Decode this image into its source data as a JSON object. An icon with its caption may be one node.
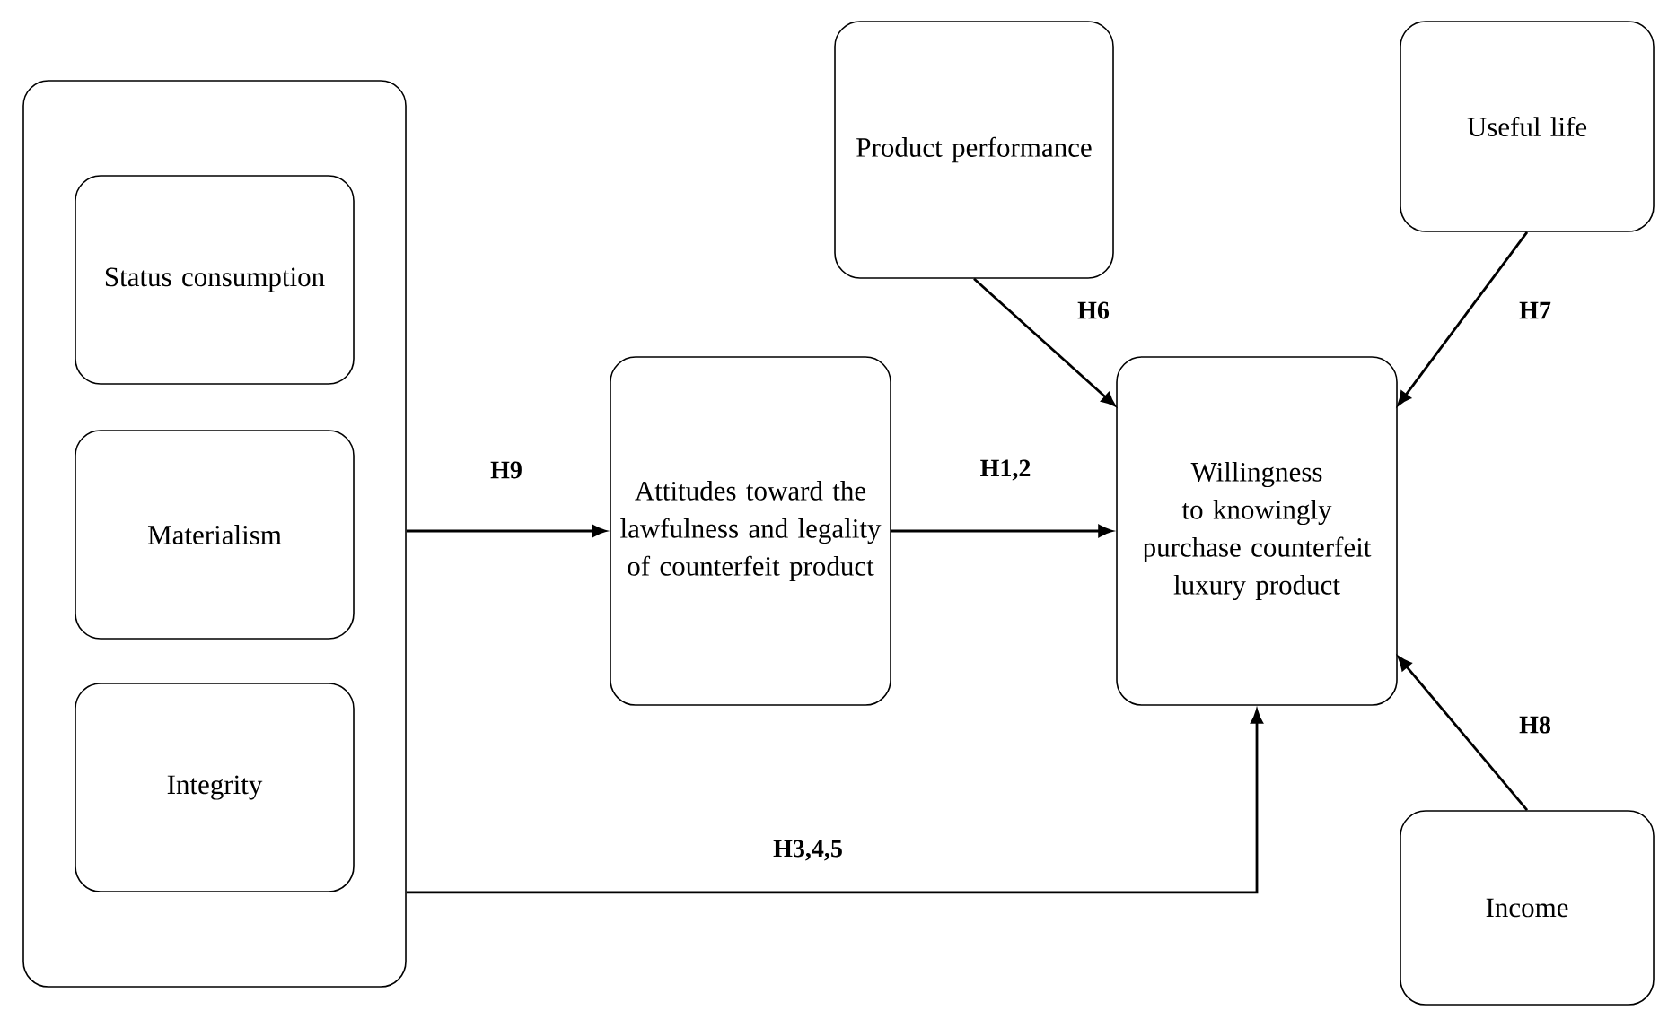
{
  "diagram": {
    "nodes": [
      {
        "text": [],
        "shape": "box"
      },
      {
        "text": [
          "Status consumption"
        ],
        "in": 0
      },
      {
        "text": [
          "Materialism"
        ],
        "in": 0
      },
      {
        "text": [
          "Integrity"
        ],
        "in": 0
      },
      {
        "text": [
          "Attitudes toward the lawfulness and legality of counterfeit product"
        ]
      },
      {
        "text": [
          "Product performance"
        ]
      },
      {
        "text": [
          "Useful life"
        ]
      },
      {
        "text": [
          "Willingness to knowingly purchase counterfeit luxury product"
        ]
      },
      {
        "text": [
          "Income"
        ]
      }
    ],
    "edges": [
      {
        "from": 0,
        "to": 4,
        "arrow": "to",
        "label": "H9"
      },
      {
        "from": 4,
        "to": 7,
        "arrow": "to",
        "label": "H1,2"
      },
      {
        "from": 5,
        "to": 7,
        "arrow": "to",
        "label": "H6"
      },
      {
        "from": 6,
        "to": 7,
        "arrow": "to",
        "label": "H7"
      },
      {
        "from": 8,
        "to": 7,
        "arrow": "to",
        "label": "H8"
      },
      {
        "from": 0,
        "to": 7,
        "arrow": "to",
        "label": "H3,4,5"
      }
    ]
  }
}
